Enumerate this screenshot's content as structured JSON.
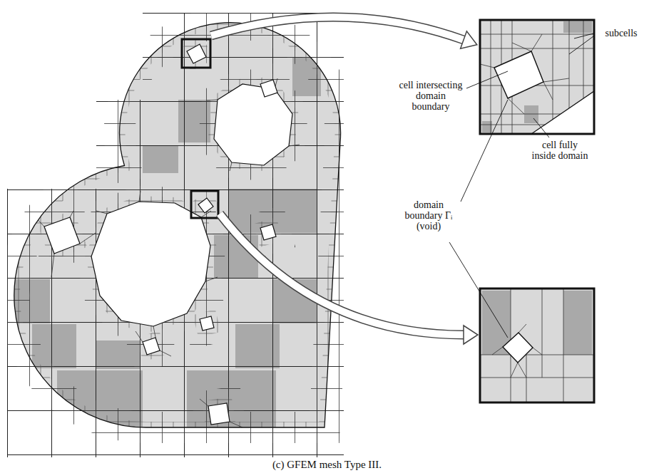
{
  "diagram": {
    "caption": "(c) GFEM mesh Type III.",
    "labels": [
      "subcells",
      "cell intersecting domain boundary",
      "cell fully inside domain",
      "domain boundary Γᵢ (void)"
    ]
  }
}
